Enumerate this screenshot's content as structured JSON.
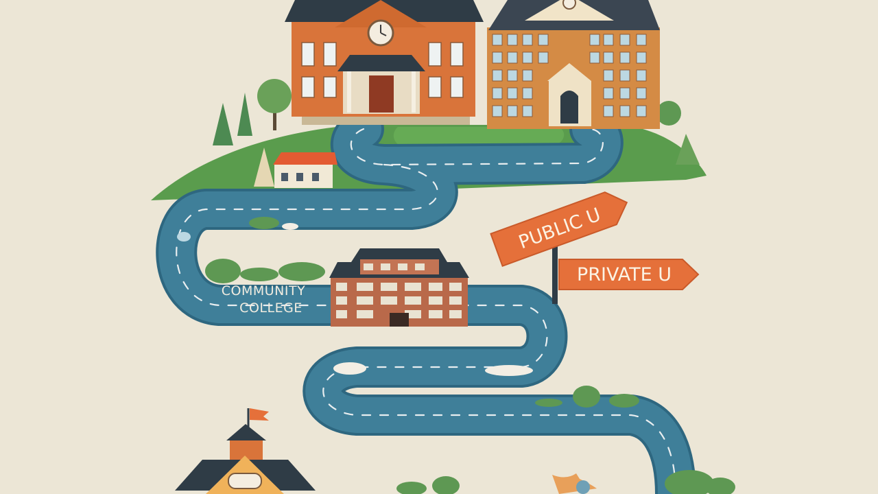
{
  "labels": {
    "community_college_line1": "COMMUNITY",
    "community_college_line2": "COLLEGE"
  },
  "signpost": {
    "public": "PUBLIC U",
    "private": "PRIVATE U"
  },
  "colors": {
    "background": "#ece6d6",
    "road": "#3f7f99",
    "road_edge": "#2e6780",
    "grass": "#5a9c4d",
    "brick": "#d9743a",
    "sign": "#e5703a",
    "roof": "#2f3c46"
  },
  "icons": [
    "clock-icon",
    "flag-icon",
    "tree-icon",
    "bush-icon",
    "signpost-icon"
  ]
}
